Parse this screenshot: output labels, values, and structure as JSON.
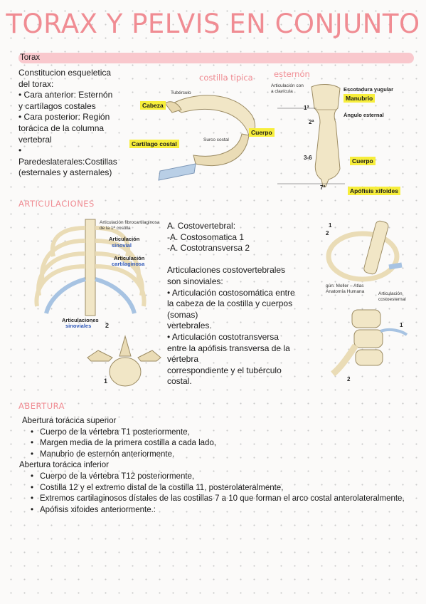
{
  "title": "TORAX Y PELVIS EN CONJUNTO",
  "torax": {
    "heading": "Torax",
    "text": "Constitucion esqueletica\ndel torax:\n• Cara anterior: Esternón\ny cartílagos costales\n• Cara posterior: Región\ntorácica de la columna\nvertebral\n•\nParedeslaterales:Costillas\n(esternales y asternales)",
    "rib_title": "costilla tipica",
    "rib_labels": {
      "tuberculo": "Tubérculo",
      "cabeza": "Cabeza",
      "surco": "Surco costal",
      "cuerpo": "Cuerpo",
      "cartilago": "Cartílago costal"
    },
    "sternum_title": "esternón",
    "sternum_labels": {
      "articulacion": "Articulación con\na clavícula",
      "escotadura": "Escotadura yugular",
      "manubrio": "Manubrio",
      "angulo": "Ángulo esternal",
      "cuerpo": "Cuerpo",
      "apofisis": "Apófisis xifoides",
      "n1": "1ª",
      "n2": "2ª",
      "n36": "3-6",
      "n7": "7ª"
    }
  },
  "articulaciones": {
    "heading": "ARTICULACIONES",
    "fig1": {
      "fibro": "Articulación fibrocartilaginosa\nde la 1ª costilla",
      "sinovial_1": "Articulación",
      "sinovial_2": "sinovial",
      "cartilaginosa_1": "Articulación",
      "cartilaginosa_2": "cartilaginosa",
      "sinoviales_1": "Articulaciones",
      "sinoviales_2": "sinoviales"
    },
    "fig2": {
      "n2": "2",
      "n1": "1"
    },
    "fig3": {
      "credit": "gún: Moller – Atlas\nAnatomía Humana",
      "costoesternal": "Articulación\ncostoesternal",
      "n1": "1",
      "n2": "2"
    },
    "fig4": {
      "n1": "1",
      "n2": "2"
    },
    "text": "A. Costovertebral:\n-A. Costosomatica 1\n-A. Costotransversa 2\n\nArticulaciones costovertebrales\nson sinoviales:\n• Articulación costosomática entre\nla cabeza de la costilla y cuerpos\n(somas)\nvertebrales.\n• Articulación costotransversa\nentre la apófisis transversa de la\nvértebra\ncorrespondiente y el tubérculo\ncostal."
  },
  "abertura": {
    "heading": "ABERTURA",
    "superior_title": "Abertura torácica superior",
    "superior_items": [
      "Cuerpo de la vértebra T1 posteriormente,",
      "Margen media de la primera costilla a cada lado,",
      "Manubrio de esternón anteriormente."
    ],
    "inferior_title": "Abertura torácica inferior",
    "inferior_items": [
      "Cuerpo de la vértebra T12 posteriormente,",
      "Costilla 12 y el extremo distal de la costilla 11, posterolateralmente,",
      "Extremos cartilaginosos dístales de las costillas 7 a 10 que forman el arco costal anterolateralmente,",
      "Apófisis xifoides anteriormente.:"
    ]
  }
}
